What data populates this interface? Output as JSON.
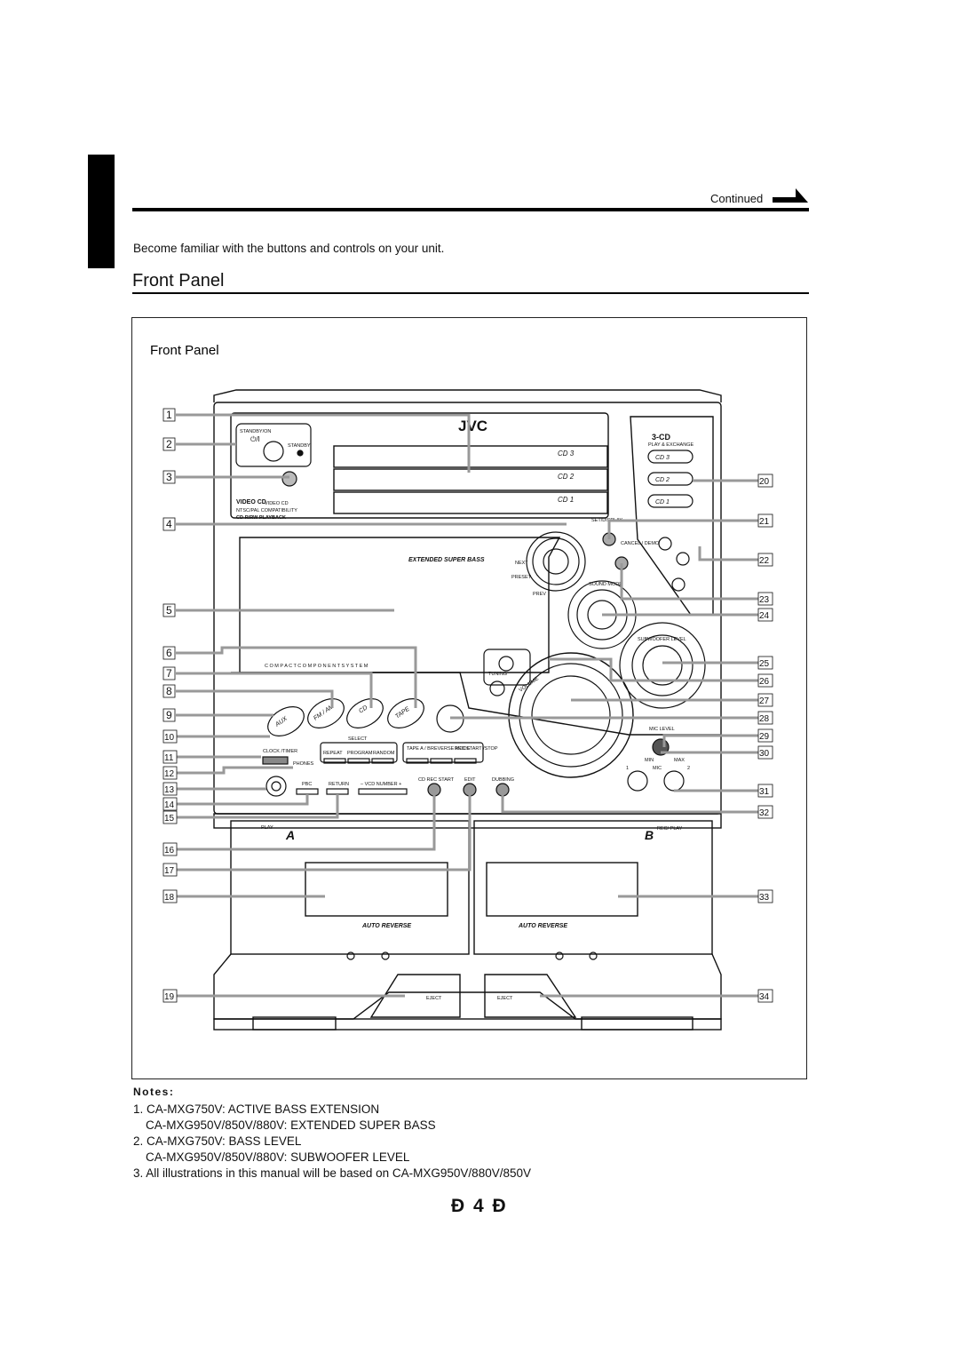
{
  "header": {
    "continued_label": "Continued"
  },
  "intro_text": "Become familiar with the buttons and controls on your unit.",
  "section_title": "Front Panel",
  "figure": {
    "title": "Front Panel",
    "callouts_left": [
      "1",
      "2",
      "3",
      "4",
      "5",
      "6",
      "7",
      "8",
      "9",
      "10",
      "11",
      "12",
      "13",
      "14",
      "15",
      "16",
      "17",
      "18",
      "19"
    ],
    "callouts_right": [
      "20",
      "21",
      "22",
      "23",
      "24",
      "25",
      "26",
      "27",
      "28",
      "29",
      "30",
      "31",
      "32",
      "33",
      "34"
    ],
    "labels": {
      "brand": "JVC",
      "standby_on": "STANDBY/ON",
      "standby": "STANDBY",
      "power_symbol": "⏻/I",
      "video_cd": "VIDEO CD",
      "video_cd_small": "VIDEO CD",
      "ntsc_pal": "NTSC/PAL COMPATIBILITY",
      "cdrw_playback": "CD-R/RW  PLAYBACK",
      "three_cd": "3-CD",
      "play_exchange": "PLAY & EXCHANGE",
      "cd3": "CD 3",
      "cd2": "CD 2",
      "cd1": "CD 1",
      "set_display": "SET/DISPLAY",
      "cancel_demo": "CANCEL / DEMO",
      "extended_super_bass": "EXTENDED SUPER BASS",
      "next": "NEXT",
      "preset": "PRESET",
      "prev": "PREV",
      "sound_mode": "SOUND MODE",
      "subwoofer_level": "SUBWOOFER LEVEL",
      "compact_component_system": "C O M P A C T   C O M P O N E N T   S Y S T E M",
      "tuning": "TUNING",
      "volume": "VOLUME",
      "aux": "AUX",
      "fm_am": "FM / AM",
      "cd_btn": "CD",
      "tape_btn": "TAPE",
      "select": "SELECT",
      "clock_timer": "CLOCK /TIMER",
      "phones": "PHONES",
      "repeat": "REPEAT",
      "program": "PROGRAM",
      "random": "RANDOM",
      "tape_ab": "TAPE A / B",
      "reverse_mode": "REVERSE MODE",
      "rec_start_stop": "REC START /STOP",
      "pbc": "PBC",
      "return": "RETURN",
      "vcd_number": "– VCD NUMBER +",
      "cd_rec_start": "CD REC START",
      "edit": "EDIT",
      "dubbing": "DUBBING",
      "mic_level": "MIC LEVEL",
      "min": "MIN",
      "max": "MAX",
      "mic": "MIC",
      "mic_1": "1",
      "mic_2": "2",
      "play_a": "PLAY",
      "deck_a": "A",
      "deck_b": "B",
      "rec_play": "REC/ PLAY",
      "auto_reverse": "AUTO REVERSE",
      "eject": "EJECT"
    }
  },
  "notes": {
    "heading": "Notes:",
    "lines": [
      "1. CA-MXG750V: ACTIVE BASS EXTENSION",
      "CA-MXG950V/850V/880V: EXTENDED SUPER BASS",
      "2. CA-MXG750V: BASS LEVEL",
      "CA-MXG950V/850V/880V: SUBWOOFER LEVEL",
      "3. All illustrations in this manual will be based on CA-MXG950V/880V/850V"
    ]
  },
  "page_number": "Đ 4 Đ"
}
